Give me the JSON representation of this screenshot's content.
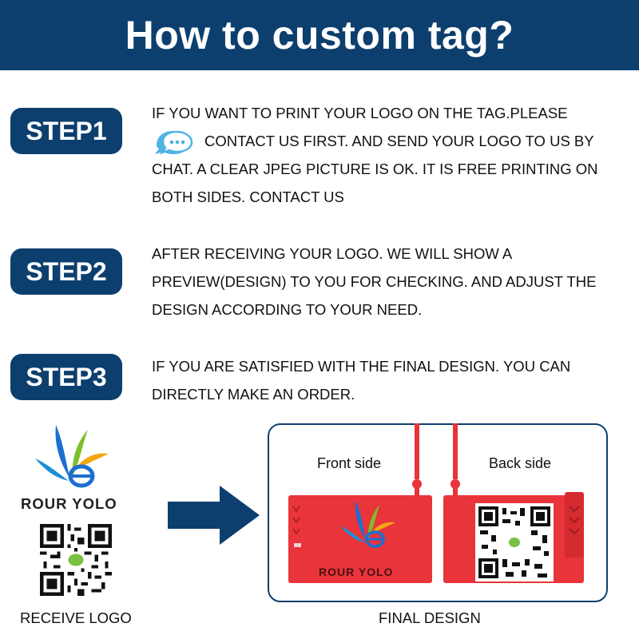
{
  "header": {
    "title": "How to custom tag?"
  },
  "steps": [
    {
      "label": "STEP1",
      "line1": "IF YOU WANT TO PRINT YOUR LOGO ON THE TAG.PLEASE",
      "line2": "CONTACT US FIRST. AND SEND YOUR LOGO TO US BY",
      "line3": "CHAT. A CLEAR JPEG PICTURE IS OK. IT IS FREE PRINTING ON",
      "line4": "BOTH SIDES. CONTACT US"
    },
    {
      "label": "STEP2",
      "line1": "AFTER RECEIVING YOUR LOGO. WE WILL SHOW A",
      "line2": "PREVIEW(DESIGN) TO YOU FOR CHECKING. AND ADJUST THE",
      "line3": "DESIGN ACCORDING TO YOUR NEED."
    },
    {
      "label": "STEP3",
      "line1": "IF YOU ARE SATISFIED WITH THE FINAL DESIGN. YOU CAN",
      "line2": "DIRECTLY MAKE AN ORDER."
    }
  ],
  "icons": {
    "chat": "chat-bubble-icon",
    "arrow": "right-arrow-icon",
    "logo": "brand-logo-icon",
    "qr": "qr-code-icon"
  },
  "logo": {
    "name": "ROUR YOLO"
  },
  "captions": {
    "receive": "RECEIVE LOGO",
    "final": "FINAL DESIGN"
  },
  "tags": {
    "front_label": "Front side",
    "back_label": "Back side",
    "front_print": "ROUR YOLO"
  },
  "colors": {
    "brand_navy": "#0c3f6e",
    "tag_red": "#e8343a",
    "chat_icon": "#4fb4e4"
  }
}
